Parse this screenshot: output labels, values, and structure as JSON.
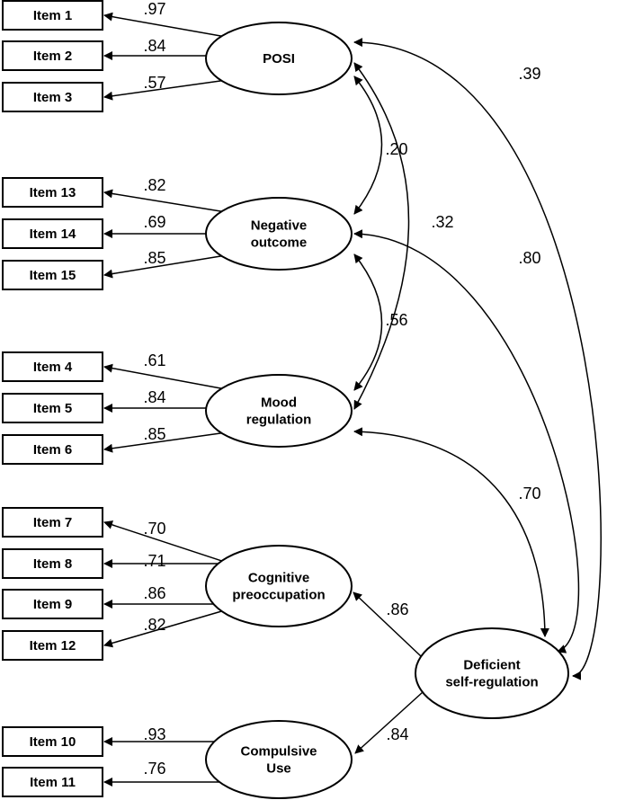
{
  "items": [
    {
      "id": "i1",
      "label": "Item  1"
    },
    {
      "id": "i2",
      "label": "Item  2"
    },
    {
      "id": "i3",
      "label": "Item  3"
    },
    {
      "id": "i13",
      "label": "Item 13"
    },
    {
      "id": "i14",
      "label": "Item 14"
    },
    {
      "id": "i15",
      "label": "Item 15"
    },
    {
      "id": "i4",
      "label": "Item  4"
    },
    {
      "id": "i5",
      "label": "Item  5"
    },
    {
      "id": "i6",
      "label": "Item  6"
    },
    {
      "id": "i7",
      "label": "Item  7"
    },
    {
      "id": "i8",
      "label": "Item  8"
    },
    {
      "id": "i9",
      "label": "Item  9"
    },
    {
      "id": "i12",
      "label": "Item 12"
    },
    {
      "id": "i10",
      "label": "Item 10"
    },
    {
      "id": "i11",
      "label": "Item 11"
    }
  ],
  "factors": [
    {
      "id": "posi",
      "lines": [
        "POSI"
      ]
    },
    {
      "id": "neg",
      "lines": [
        "Negative",
        "outcome"
      ]
    },
    {
      "id": "mood",
      "lines": [
        "Mood",
        "regulation"
      ]
    },
    {
      "id": "cog",
      "lines": [
        "Cognitive",
        "preoccupation"
      ]
    },
    {
      "id": "comp",
      "lines": [
        "Compulsive",
        "Use"
      ]
    },
    {
      "id": "dsr",
      "lines": [
        "Deficient",
        "self-regulation"
      ]
    }
  ],
  "loadings": [
    {
      "factor": "posi",
      "item": "i1",
      "value": ".97"
    },
    {
      "factor": "posi",
      "item": "i2",
      "value": ".84"
    },
    {
      "factor": "posi",
      "item": "i3",
      "value": ".57"
    },
    {
      "factor": "neg",
      "item": "i13",
      "value": ".82"
    },
    {
      "factor": "neg",
      "item": "i14",
      "value": ".69"
    },
    {
      "factor": "neg",
      "item": "i15",
      "value": ".85"
    },
    {
      "factor": "mood",
      "item": "i4",
      "value": ".61"
    },
    {
      "factor": "mood",
      "item": "i5",
      "value": ".84"
    },
    {
      "factor": "mood",
      "item": "i6",
      "value": ".85"
    },
    {
      "factor": "cog",
      "item": "i7",
      "value": ".70"
    },
    {
      "factor": "cog",
      "item": "i8",
      "value": ".71"
    },
    {
      "factor": "cog",
      "item": "i9",
      "value": ".86"
    },
    {
      "factor": "cog",
      "item": "i12",
      "value": ".82"
    },
    {
      "factor": "comp",
      "item": "i10",
      "value": ".93"
    },
    {
      "factor": "comp",
      "item": "i11",
      "value": ".76"
    }
  ],
  "structural_paths": [
    {
      "from": "dsr",
      "to": "cog",
      "value": ".86"
    },
    {
      "from": "dsr",
      "to": "comp",
      "value": ".84"
    }
  ],
  "correlations": [
    {
      "between": [
        "posi",
        "neg"
      ],
      "value": ".20"
    },
    {
      "between": [
        "neg",
        "mood"
      ],
      "value": ".56"
    },
    {
      "between": [
        "posi",
        "mood"
      ],
      "value": ".32"
    },
    {
      "between": [
        "posi",
        "dsr"
      ],
      "value": ".39"
    },
    {
      "between": [
        "neg",
        "dsr"
      ],
      "value": ".80"
    },
    {
      "between": [
        "mood",
        "dsr"
      ],
      "value": ".70"
    }
  ]
}
